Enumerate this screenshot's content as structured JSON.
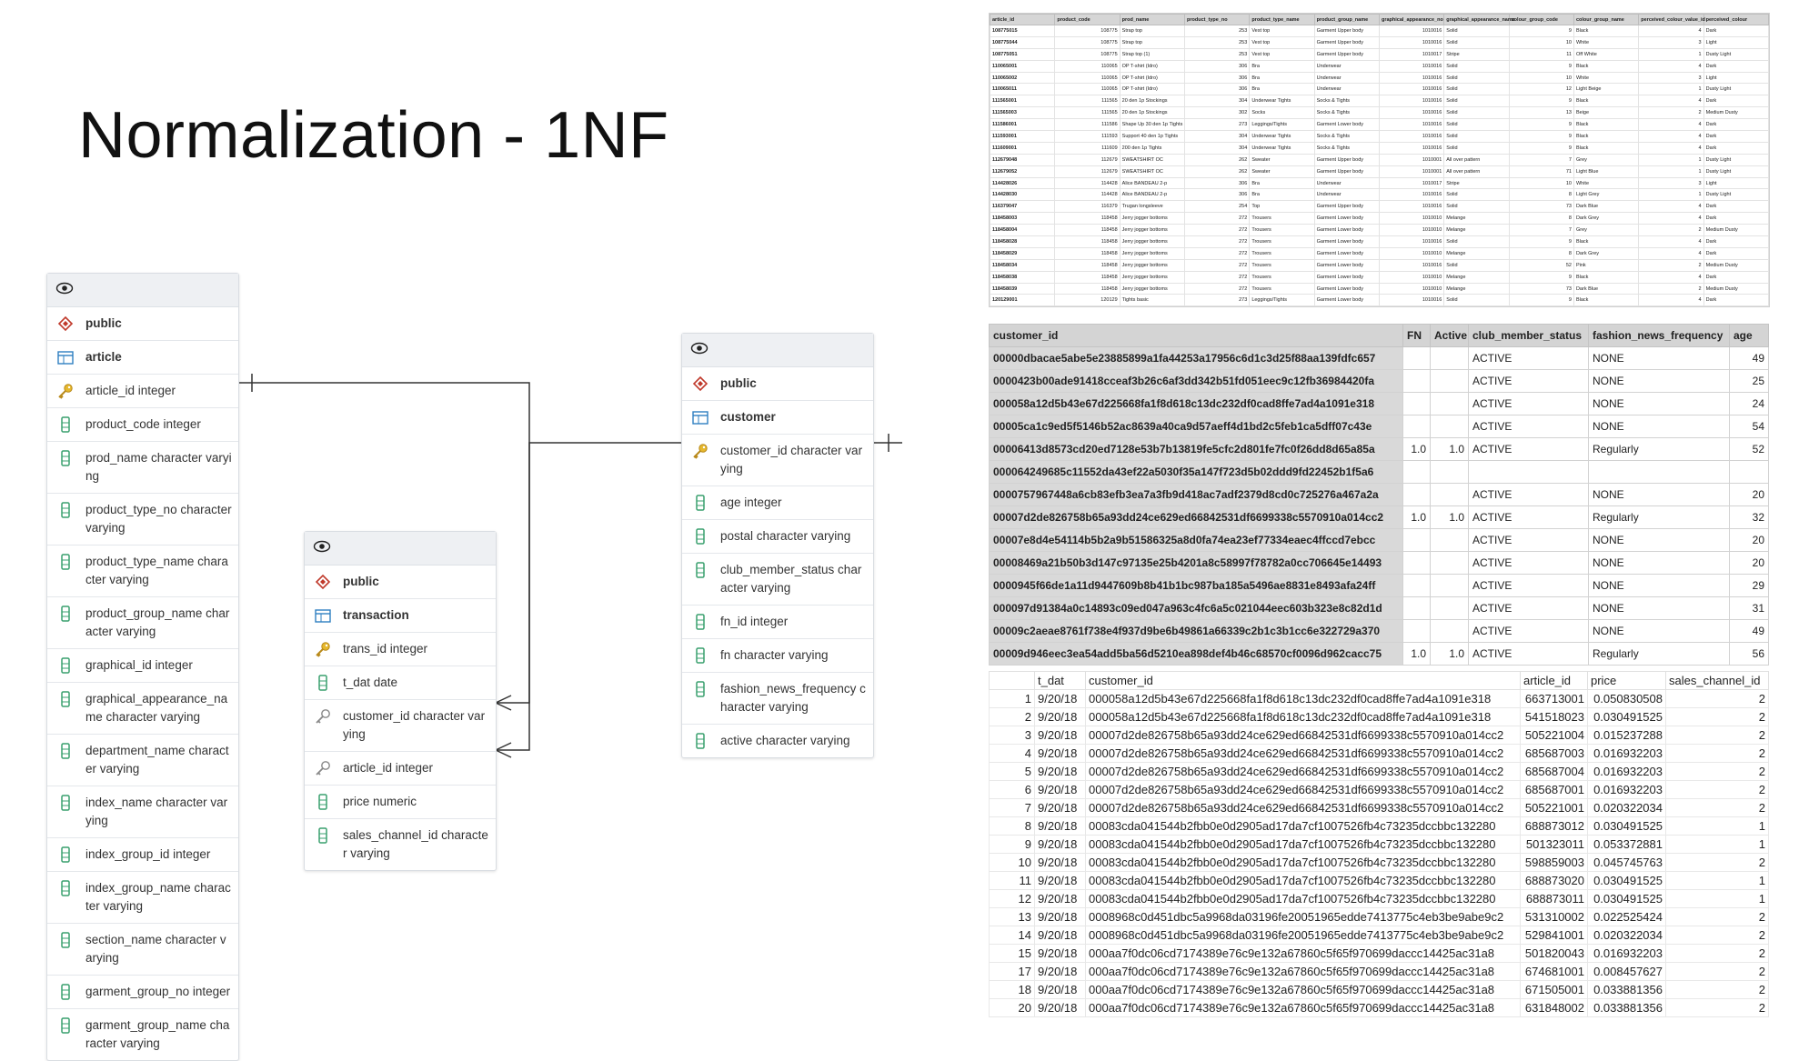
{
  "title": "Normalization - 1NF",
  "entities": {
    "article": {
      "schema": "public",
      "table": "article",
      "columns": [
        {
          "text": "article_id integer",
          "icon": "key"
        },
        {
          "text": "product_code integer",
          "icon": "col"
        },
        {
          "text": "prod_name character varying",
          "icon": "col"
        },
        {
          "text": "product_type_no character varying",
          "icon": "col"
        },
        {
          "text": "product_type_name character varying",
          "icon": "col"
        },
        {
          "text": "product_group_name character varying",
          "icon": "col"
        },
        {
          "text": "graphical_id integer",
          "icon": "col"
        },
        {
          "text": "graphical_appearance_name character varying",
          "icon": "col"
        },
        {
          "text": "department_name character varying",
          "icon": "col"
        },
        {
          "text": "index_name character varying",
          "icon": "col"
        },
        {
          "text": "index_group_id integer",
          "icon": "col"
        },
        {
          "text": "index_group_name character varying",
          "icon": "col"
        },
        {
          "text": "section_name character varying",
          "icon": "col"
        },
        {
          "text": "garment_group_no integer",
          "icon": "col"
        },
        {
          "text": "garment_group_name character varying",
          "icon": "col"
        }
      ]
    },
    "transaction": {
      "schema": "public",
      "table": "transaction",
      "columns": [
        {
          "text": "trans_id integer",
          "icon": "key"
        },
        {
          "text": "t_dat date",
          "icon": "col"
        },
        {
          "text": "customer_id character varying",
          "icon": "fk"
        },
        {
          "text": "article_id integer",
          "icon": "fk"
        },
        {
          "text": "price numeric",
          "icon": "col"
        },
        {
          "text": "sales_channel_id character varying",
          "icon": "col"
        }
      ]
    },
    "customer": {
      "schema": "public",
      "table": "customer",
      "columns": [
        {
          "text": "customer_id character varying",
          "icon": "key"
        },
        {
          "text": "age integer",
          "icon": "col"
        },
        {
          "text": "postal character varying",
          "icon": "col"
        },
        {
          "text": "club_member_status character varying",
          "icon": "col"
        },
        {
          "text": "fn_id integer",
          "icon": "col"
        },
        {
          "text": "fn character varying",
          "icon": "col"
        },
        {
          "text": "fashion_news_frequency character varying",
          "icon": "col"
        },
        {
          "text": "active character varying",
          "icon": "col"
        }
      ]
    }
  },
  "article_sheet": {
    "headers": [
      "article_id",
      "product_code",
      "prod_name",
      "product_type_no",
      "product_type_name",
      "product_group_name",
      "graphical_appearance_no",
      "graphical_appearance_name",
      "colour_group_code",
      "colour_group_name",
      "perceived_colour_value_id",
      "perceived_colour"
    ],
    "rows": [
      [
        "108775015",
        "108775",
        "Strap top",
        "253",
        "Vest top",
        "Garment Upper body",
        "1010016",
        "Solid",
        "9",
        "Black",
        "4",
        "Dark"
      ],
      [
        "108775044",
        "108775",
        "Strap top",
        "253",
        "Vest top",
        "Garment Upper body",
        "1010016",
        "Solid",
        "10",
        "White",
        "3",
        "Light"
      ],
      [
        "108775051",
        "108775",
        "Strap top (1)",
        "253",
        "Vest top",
        "Garment Upper body",
        "1010017",
        "Stripe",
        "11",
        "Off White",
        "1",
        "Dusty Light"
      ],
      [
        "110065001",
        "110065",
        "OP T-shirt (Idro)",
        "306",
        "Bra",
        "Underwear",
        "1010016",
        "Solid",
        "9",
        "Black",
        "4",
        "Dark"
      ],
      [
        "110065002",
        "110065",
        "OP T-shirt (Idro)",
        "306",
        "Bra",
        "Underwear",
        "1010016",
        "Solid",
        "10",
        "White",
        "3",
        "Light"
      ],
      [
        "110065011",
        "110065",
        "OP T-shirt (Idro)",
        "306",
        "Bra",
        "Underwear",
        "1010016",
        "Solid",
        "12",
        "Light Beige",
        "1",
        "Dusty Light"
      ],
      [
        "111565001",
        "111565",
        "20 den 1p Stockings",
        "304",
        "Underwear Tights",
        "Socks & Tights",
        "1010016",
        "Solid",
        "9",
        "Black",
        "4",
        "Dark"
      ],
      [
        "111565003",
        "111565",
        "20 den 1p Stockings",
        "302",
        "Socks",
        "Socks & Tights",
        "1010016",
        "Solid",
        "13",
        "Beige",
        "2",
        "Medium Dusty"
      ],
      [
        "111586001",
        "111586",
        "Shape Up 30 den 1p Tights",
        "273",
        "Leggings/Tights",
        "Garment Lower body",
        "1010016",
        "Solid",
        "9",
        "Black",
        "4",
        "Dark"
      ],
      [
        "111593001",
        "111593",
        "Support 40 den 1p Tights",
        "304",
        "Underwear Tights",
        "Socks & Tights",
        "1010016",
        "Solid",
        "9",
        "Black",
        "4",
        "Dark"
      ],
      [
        "111609001",
        "111609",
        "200 den 1p Tights",
        "304",
        "Underwear Tights",
        "Socks & Tights",
        "1010016",
        "Solid",
        "9",
        "Black",
        "4",
        "Dark"
      ],
      [
        "112679048",
        "112679",
        "SWEATSHIRT OC",
        "262",
        "Sweater",
        "Garment Upper body",
        "1010001",
        "All over pattern",
        "7",
        "Grey",
        "1",
        "Dusty Light"
      ],
      [
        "112679052",
        "112679",
        "SWEATSHIRT OC",
        "262",
        "Sweater",
        "Garment Upper body",
        "1010001",
        "All over pattern",
        "71",
        "Light Blue",
        "1",
        "Dusty Light"
      ],
      [
        "114428026",
        "114428",
        "Alice BANDEAU 2-p",
        "306",
        "Bra",
        "Underwear",
        "1010017",
        "Stripe",
        "10",
        "White",
        "3",
        "Light"
      ],
      [
        "114428030",
        "114428",
        "Alice BANDEAU 2-p",
        "306",
        "Bra",
        "Underwear",
        "1010016",
        "Solid",
        "8",
        "Light Grey",
        "1",
        "Dusty Light"
      ],
      [
        "116379047",
        "116379",
        "Trugan longsleeve",
        "254",
        "Top",
        "Garment Upper body",
        "1010016",
        "Solid",
        "73",
        "Dark Blue",
        "4",
        "Dark"
      ],
      [
        "118458003",
        "118458",
        "Jerry jogger bottoms",
        "272",
        "Trousers",
        "Garment Lower body",
        "1010010",
        "Melange",
        "8",
        "Dark Grey",
        "4",
        "Dark"
      ],
      [
        "118458004",
        "118458",
        "Jerry jogger bottoms",
        "272",
        "Trousers",
        "Garment Lower body",
        "1010010",
        "Melange",
        "7",
        "Grey",
        "2",
        "Medium Dusty"
      ],
      [
        "118458028",
        "118458",
        "Jerry jogger bottoms",
        "272",
        "Trousers",
        "Garment Lower body",
        "1010016",
        "Solid",
        "9",
        "Black",
        "4",
        "Dark"
      ],
      [
        "118458029",
        "118458",
        "Jerry jogger bottoms",
        "272",
        "Trousers",
        "Garment Lower body",
        "1010010",
        "Melange",
        "8",
        "Dark Grey",
        "4",
        "Dark"
      ],
      [
        "118458034",
        "118458",
        "Jerry jogger bottoms",
        "272",
        "Trousers",
        "Garment Lower body",
        "1010016",
        "Solid",
        "52",
        "Pink",
        "2",
        "Medium Dusty"
      ],
      [
        "118458038",
        "118458",
        "Jerry jogger bottoms",
        "272",
        "Trousers",
        "Garment Lower body",
        "1010010",
        "Melange",
        "9",
        "Black",
        "4",
        "Dark"
      ],
      [
        "118458039",
        "118458",
        "Jerry jogger bottoms",
        "272",
        "Trousers",
        "Garment Lower body",
        "1010010",
        "Melange",
        "73",
        "Dark Blue",
        "2",
        "Medium Dusty"
      ],
      [
        "120129001",
        "120129",
        "Tights basic",
        "273",
        "Leggings/Tights",
        "Garment Lower body",
        "1010016",
        "Solid",
        "9",
        "Black",
        "4",
        "Dark"
      ]
    ]
  },
  "customer_table": {
    "headers": [
      "customer_id",
      "FN",
      "Active",
      "club_member_status",
      "fashion_news_frequency",
      "age"
    ],
    "rows": [
      [
        "00000dbacae5abe5e23885899a1fa44253a17956c6d1c3d25f88aa139fdfc657",
        "",
        "",
        "ACTIVE",
        "NONE",
        "49"
      ],
      [
        "0000423b00ade91418cceaf3b26c6af3dd342b51fd051eec9c12fb36984420fa",
        "",
        "",
        "ACTIVE",
        "NONE",
        "25"
      ],
      [
        "000058a12d5b43e67d225668fa1f8d618c13dc232df0cad8ffe7ad4a1091e318",
        "",
        "",
        "ACTIVE",
        "NONE",
        "24"
      ],
      [
        "00005ca1c9ed5f5146b52ac8639a40ca9d57aeff4d1bd2c5feb1ca5dff07c43e",
        "",
        "",
        "ACTIVE",
        "NONE",
        "54"
      ],
      [
        "00006413d8573cd20ed7128e53b7b13819fe5cfc2d801fe7fc0f26dd8d65a85a",
        "1.0",
        "1.0",
        "ACTIVE",
        "Regularly",
        "52"
      ],
      [
        "000064249685c11552da43ef22a5030f35a147f723d5b02ddd9fd22452b1f5a6",
        "",
        "",
        "",
        "",
        ""
      ],
      [
        "0000757967448a6cb83efb3ea7a3fb9d418ac7adf2379d8cd0c725276a467a2a",
        "",
        "",
        "ACTIVE",
        "NONE",
        "20"
      ],
      [
        "00007d2de826758b65a93dd24ce629ed66842531df6699338c5570910a014cc2",
        "1.0",
        "1.0",
        "ACTIVE",
        "Regularly",
        "32"
      ],
      [
        "00007e8d4e54114b5b2a9b51586325a8d0fa74ea23ef77334eaec4ffccd7ebcc",
        "",
        "",
        "ACTIVE",
        "NONE",
        "20"
      ],
      [
        "00008469a21b50b3d147c97135e25b4201a8c58997f78782a0cc706645e14493",
        "",
        "",
        "ACTIVE",
        "NONE",
        "20"
      ],
      [
        "0000945f66de1a11d9447609b8b41b1bc987ba185a5496ae8831e8493afa24ff",
        "",
        "",
        "ACTIVE",
        "NONE",
        "29"
      ],
      [
        "000097d91384a0c14893c09ed047a963c4fc6a5c021044eec603b323e8c82d1d",
        "",
        "",
        "ACTIVE",
        "NONE",
        "31"
      ],
      [
        "00009c2aeae8761f738e4f937d9be6b49861a66339c2b1c3b1cc6e322729a370",
        "",
        "",
        "ACTIVE",
        "NONE",
        "49"
      ],
      [
        "00009d946eec3ea54add5ba56d5210ea898def4b46c68570cf0096d962cacc75",
        "1.0",
        "1.0",
        "ACTIVE",
        "Regularly",
        "56"
      ]
    ]
  },
  "transaction_table": {
    "headers": [
      "",
      "t_dat",
      "customer_id",
      "article_id",
      "price",
      "sales_channel_id"
    ],
    "rows": [
      [
        "1",
        "9/20/18",
        "000058a12d5b43e67d225668fa1f8d618c13dc232df0cad8ffe7ad4a1091e318",
        "663713001",
        "0.050830508",
        "2"
      ],
      [
        "2",
        "9/20/18",
        "000058a12d5b43e67d225668fa1f8d618c13dc232df0cad8ffe7ad4a1091e318",
        "541518023",
        "0.030491525",
        "2"
      ],
      [
        "3",
        "9/20/18",
        "00007d2de826758b65a93dd24ce629ed66842531df6699338c5570910a014cc2",
        "505221004",
        "0.015237288",
        "2"
      ],
      [
        "4",
        "9/20/18",
        "00007d2de826758b65a93dd24ce629ed66842531df6699338c5570910a014cc2",
        "685687003",
        "0.016932203",
        "2"
      ],
      [
        "5",
        "9/20/18",
        "00007d2de826758b65a93dd24ce629ed66842531df6699338c5570910a014cc2",
        "685687004",
        "0.016932203",
        "2"
      ],
      [
        "6",
        "9/20/18",
        "00007d2de826758b65a93dd24ce629ed66842531df6699338c5570910a014cc2",
        "685687001",
        "0.016932203",
        "2"
      ],
      [
        "7",
        "9/20/18",
        "00007d2de826758b65a93dd24ce629ed66842531df6699338c5570910a014cc2",
        "505221001",
        "0.020322034",
        "2"
      ],
      [
        "8",
        "9/20/18",
        "00083cda041544b2fbb0e0d2905ad17da7cf1007526fb4c73235dccbbc132280",
        "688873012",
        "0.030491525",
        "1"
      ],
      [
        "9",
        "9/20/18",
        "00083cda041544b2fbb0e0d2905ad17da7cf1007526fb4c73235dccbbc132280",
        "501323011",
        "0.053372881",
        "1"
      ],
      [
        "10",
        "9/20/18",
        "00083cda041544b2fbb0e0d2905ad17da7cf1007526fb4c73235dccbbc132280",
        "598859003",
        "0.045745763",
        "2"
      ],
      [
        "11",
        "9/20/18",
        "00083cda041544b2fbb0e0d2905ad17da7cf1007526fb4c73235dccbbc132280",
        "688873020",
        "0.030491525",
        "1"
      ],
      [
        "12",
        "9/20/18",
        "00083cda041544b2fbb0e0d2905ad17da7cf1007526fb4c73235dccbbc132280",
        "688873011",
        "0.030491525",
        "1"
      ],
      [
        "13",
        "9/20/18",
        "0008968c0d451dbc5a9968da03196fe20051965edde7413775c4eb3be9abe9c2",
        "531310002",
        "0.022525424",
        "2"
      ],
      [
        "14",
        "9/20/18",
        "0008968c0d451dbc5a9968da03196fe20051965edde7413775c4eb3be9abe9c2",
        "529841001",
        "0.020322034",
        "2"
      ],
      [
        "15",
        "9/20/18",
        "000aa7f0dc06cd7174389e76c9e132a67860c5f65f970699daccc14425ac31a8",
        "501820043",
        "0.016932203",
        "2"
      ],
      [
        "17",
        "9/20/18",
        "000aa7f0dc06cd7174389e76c9e132a67860c5f65f970699daccc14425ac31a8",
        "674681001",
        "0.008457627",
        "2"
      ],
      [
        "18",
        "9/20/18",
        "000aa7f0dc06cd7174389e76c9e132a67860c5f65f970699daccc14425ac31a8",
        "671505001",
        "0.033881356",
        "2"
      ],
      [
        "20",
        "9/20/18",
        "000aa7f0dc06cd7174389e76c9e132a67860c5f65f970699daccc14425ac31a8",
        "631848002",
        "0.033881356",
        "2"
      ]
    ]
  }
}
